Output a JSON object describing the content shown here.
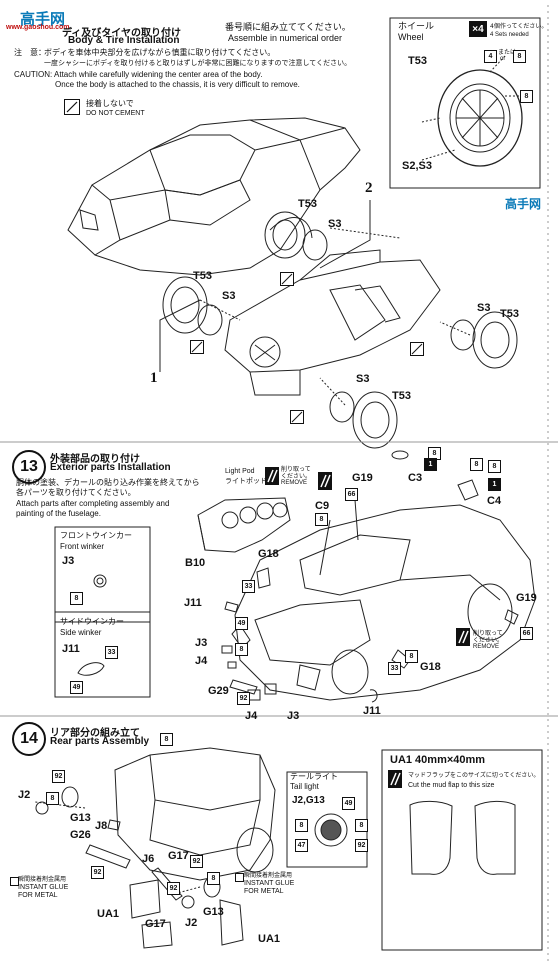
{
  "watermark": {
    "chinese": "高手网",
    "site": "www.gaoshou.com"
  },
  "step12": {
    "title_ja_prefix": "ディ及びタイヤの取り付け",
    "title_en": "Body & Tire Installation",
    "title_ja_numerical": "番号順に組み立ててください。",
    "title_en_numerical": "Assemble in numerical order",
    "caution_ja_label": "注　意：",
    "caution_ja_line1": "ボディを車体中央部分を広げながら慎重に取り付けてください。",
    "caution_ja_line2": "一度シャシーにボディを取り付けると取りはずしが非常に困難になりますので注意してください。",
    "caution_en_line1": "CAUTION: Attach while carefully widening the center area of the body.",
    "caution_en_line2": "Once the body is attached to the chassis, it is very difficult to remove.",
    "do_not_cement_ja": "接着しないで",
    "do_not_cement_en": "DO NOT CEMENT",
    "order_1": "1",
    "order_2": "2",
    "parts": {
      "t53": "T53",
      "s3": "S3"
    },
    "wheel": {
      "title_ja": "ホイール",
      "title_en": "Wheel",
      "qty": "×4",
      "qty_ja": "4個作ってください。",
      "qty_en": "4 Sets needed",
      "t53": "T53",
      "s2s3": "S2,S3",
      "c4": "4",
      "c8": "8",
      "or_ja": "または",
      "or_en": "or"
    }
  },
  "step13": {
    "num": "13",
    "title_ja": "外装部品の取り付け",
    "title_en": "Exterior parts Installation",
    "note_ja_1": "胴体の塗装、デカールの貼り込み作業を終えてから",
    "note_ja_2": "各パーツを取り付けてください。",
    "note_en_1": "Attach parts after completing assembly and",
    "note_en_2": "painting of the fuselage.",
    "front_winker_ja": "フロントウインカー",
    "front_winker_en": "Front winker",
    "side_winker_ja": "サイドウインカー",
    "side_winker_en": "Side winker",
    "light_pod_en": "Light Pod",
    "light_pod_ja": "ライトポッド",
    "remove_ja": "削り取って",
    "remove_ja_2": "ください。",
    "remove_en": "REMOVE",
    "parts": {
      "j3": "J3",
      "j11": "J11",
      "j4": "J4",
      "g29": "G29",
      "g18": "G18",
      "b10": "B10",
      "c9": "C9",
      "g19": "G19",
      "c3": "C3",
      "c4": "C4"
    },
    "colors": {
      "c8": "8",
      "c1": "1",
      "c33": "33",
      "c49": "49",
      "c66": "66",
      "c92": "92"
    }
  },
  "step14": {
    "num": "14",
    "title_ja": "リア部分の組み立て",
    "title_en": "Rear parts Assembly",
    "tail_light_ja": "テールライト",
    "tail_light_en": "Tail light",
    "tail_parts": "J2,G13",
    "instant_glue_ja": "瞬間接着剤金属用",
    "instant_glue_en_1": "INSTANT GLUE",
    "instant_glue_en_2": "FOR METAL",
    "parts": {
      "j2": "J2",
      "g13": "G13",
      "j8": "J8",
      "g26": "G26",
      "j6": "J6",
      "g17": "G17",
      "ua1": "UA1"
    },
    "colors": {
      "c8": "8",
      "c92": "92",
      "c47": "47",
      "c49": "49"
    },
    "mud_flap": {
      "title": "UA1  40mm×40mm",
      "ja": "マッドフラップをこのサイズに切ってください。",
      "en": "Cut the mud flap to this size"
    }
  }
}
